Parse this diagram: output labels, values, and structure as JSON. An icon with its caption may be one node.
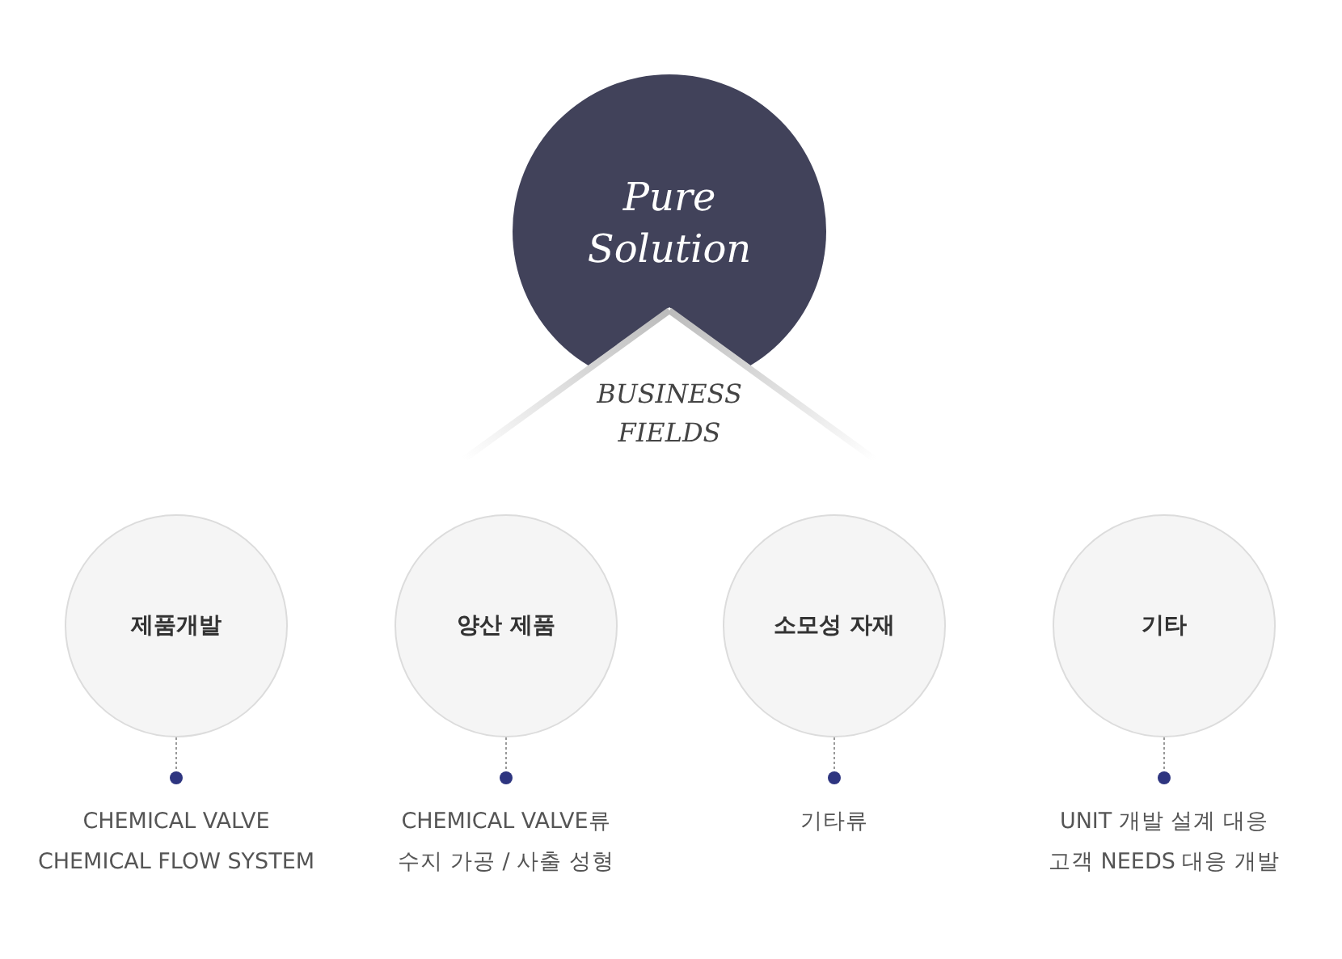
{
  "diagram": {
    "nodes": [
      {
        "text": [
          "Pure Solution",
          "BUSINESS FIELDS"
        ]
      },
      {
        "text": [
          "제품개발"
        ]
      },
      {
        "text": [
          "양산 제품"
        ]
      },
      {
        "text": [
          "소모성 자재"
        ]
      },
      {
        "text": [
          "기타"
        ]
      },
      {
        "text": [
          "CHEMICAL VALVE",
          "CHEMICAL FLOW SYSTEM"
        ]
      },
      {
        "text": [
          "CHEMICAL VALVE류",
          "수지 가공 / 사출 성형"
        ]
      },
      {
        "text": [
          "기타류"
        ]
      },
      {
        "text": [
          "UNIT 개발 설계 대응",
          "고객 NEEDS 대응 개발"
        ]
      }
    ],
    "edges": [
      {
        "from": 1,
        "to": 5,
        "arrow": "other",
        "style": "dashed"
      },
      {
        "from": 2,
        "to": 6,
        "arrow": "other",
        "style": "dashed"
      },
      {
        "from": 3,
        "to": 7,
        "arrow": "other",
        "style": "dashed"
      },
      {
        "from": 4,
        "to": 8,
        "arrow": "other",
        "style": "dashed"
      }
    ]
  }
}
